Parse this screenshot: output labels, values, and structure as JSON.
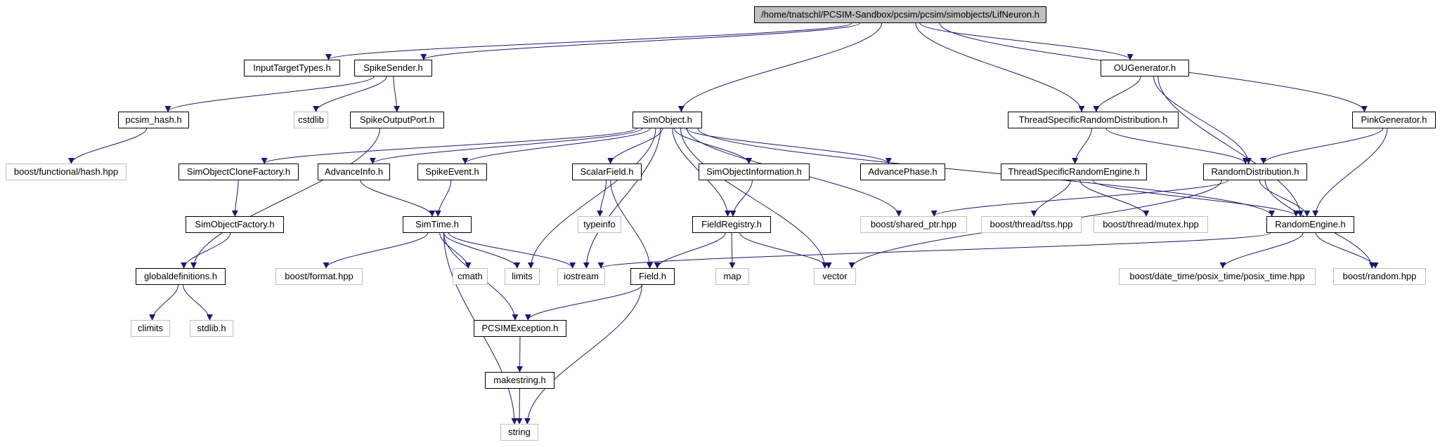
{
  "nodes": [
    {
      "id": "lif",
      "label": "/home/tnatschl/PCSIM-Sandbox/pcsim/pcsim/simobjects/LifNeuron.h",
      "kind": "root"
    },
    {
      "id": "inputtarget",
      "label": "InputTargetTypes.h",
      "kind": "local"
    },
    {
      "id": "spikesender",
      "label": "SpikeSender.h",
      "kind": "local"
    },
    {
      "id": "simobject",
      "label": "SimObject.h",
      "kind": "local"
    },
    {
      "id": "tsrd",
      "label": "ThreadSpecificRandomDistribution.h",
      "kind": "local"
    },
    {
      "id": "ougen",
      "label": "OUGenerator.h",
      "kind": "local"
    },
    {
      "id": "pinkgen",
      "label": "PinkGenerator.h",
      "kind": "local"
    },
    {
      "id": "pcsimhash",
      "label": "pcsim_hash.h",
      "kind": "local"
    },
    {
      "id": "cstdlib",
      "label": "cstdlib",
      "kind": "external"
    },
    {
      "id": "spikeoutport",
      "label": "SpikeOutputPort.h",
      "kind": "local"
    },
    {
      "id": "boosthash",
      "label": "boost/functional/hash.hpp",
      "kind": "external"
    },
    {
      "id": "socf",
      "label": "SimObjectCloneFactory.h",
      "kind": "local"
    },
    {
      "id": "advinfo",
      "label": "AdvanceInfo.h",
      "kind": "local"
    },
    {
      "id": "spikeevent",
      "label": "SpikeEvent.h",
      "kind": "local"
    },
    {
      "id": "scalarfield",
      "label": "ScalarField.h",
      "kind": "local"
    },
    {
      "id": "soinfo",
      "label": "SimObjectInformation.h",
      "kind": "local"
    },
    {
      "id": "advphase",
      "label": "AdvancePhase.h",
      "kind": "local"
    },
    {
      "id": "tsre",
      "label": "ThreadSpecificRandomEngine.h",
      "kind": "local"
    },
    {
      "id": "randdist",
      "label": "RandomDistribution.h",
      "kind": "local"
    },
    {
      "id": "sofactory",
      "label": "SimObjectFactory.h",
      "kind": "local"
    },
    {
      "id": "simtime",
      "label": "SimTime.h",
      "kind": "local"
    },
    {
      "id": "typeinfo",
      "label": "typeinfo",
      "kind": "external"
    },
    {
      "id": "fieldreg",
      "label": "FieldRegistry.h",
      "kind": "local"
    },
    {
      "id": "sharedptr",
      "label": "boost/shared_ptr.hpp",
      "kind": "external"
    },
    {
      "id": "tss",
      "label": "boost/thread/tss.hpp",
      "kind": "external"
    },
    {
      "id": "mutex",
      "label": "boost/thread/mutex.hpp",
      "kind": "external"
    },
    {
      "id": "randengine",
      "label": "RandomEngine.h",
      "kind": "local"
    },
    {
      "id": "globaldefs",
      "label": "globaldefinitions.h",
      "kind": "local"
    },
    {
      "id": "boostformat",
      "label": "boost/format.hpp",
      "kind": "external"
    },
    {
      "id": "cmath",
      "label": "cmath",
      "kind": "external"
    },
    {
      "id": "limits",
      "label": "limits",
      "kind": "external"
    },
    {
      "id": "iostream",
      "label": "iostream",
      "kind": "external"
    },
    {
      "id": "fieldh",
      "label": "Field.h",
      "kind": "local"
    },
    {
      "id": "map",
      "label": "map",
      "kind": "external"
    },
    {
      "id": "vector",
      "label": "vector",
      "kind": "external"
    },
    {
      "id": "posixtime",
      "label": "boost/date_time/posix_time/posix_time.hpp",
      "kind": "external"
    },
    {
      "id": "boostrandom",
      "label": "boost/random.hpp",
      "kind": "external"
    },
    {
      "id": "climits",
      "label": "climits",
      "kind": "external"
    },
    {
      "id": "stdlib",
      "label": "stdlib.h",
      "kind": "external"
    },
    {
      "id": "pcsimexc",
      "label": "PCSIMException.h",
      "kind": "local"
    },
    {
      "id": "makestring",
      "label": "makestring.h",
      "kind": "local"
    },
    {
      "id": "string",
      "label": "string",
      "kind": "external"
    }
  ],
  "edges": [
    [
      "lif",
      "inputtarget"
    ],
    [
      "lif",
      "spikesender"
    ],
    [
      "lif",
      "simobject"
    ],
    [
      "lif",
      "tsrd"
    ],
    [
      "lif",
      "ougen"
    ],
    [
      "lif",
      "pinkgen"
    ],
    [
      "spikesender",
      "pcsimhash"
    ],
    [
      "spikesender",
      "cstdlib"
    ],
    [
      "spikesender",
      "spikeoutport"
    ],
    [
      "pcsimhash",
      "boosthash"
    ],
    [
      "spikeoutport",
      "globaldefs"
    ],
    [
      "simobject",
      "socf"
    ],
    [
      "simobject",
      "advinfo"
    ],
    [
      "simobject",
      "spikeevent"
    ],
    [
      "simobject",
      "scalarfield"
    ],
    [
      "simobject",
      "soinfo"
    ],
    [
      "simobject",
      "advphase"
    ],
    [
      "simobject",
      "sharedptr"
    ],
    [
      "simobject",
      "fieldreg"
    ],
    [
      "simobject",
      "limits"
    ],
    [
      "simobject",
      "iostream"
    ],
    [
      "simobject",
      "vector"
    ],
    [
      "simobject",
      "randengine"
    ],
    [
      "socf",
      "sofactory"
    ],
    [
      "sofactory",
      "globaldefs"
    ],
    [
      "advinfo",
      "simtime"
    ],
    [
      "spikeevent",
      "simtime"
    ],
    [
      "scalarfield",
      "typeinfo"
    ],
    [
      "scalarfield",
      "fieldh"
    ],
    [
      "soinfo",
      "fieldreg"
    ],
    [
      "ougen",
      "tsrd"
    ],
    [
      "ougen",
      "randdist"
    ],
    [
      "ougen",
      "randengine"
    ],
    [
      "tsrd",
      "tsre"
    ],
    [
      "tsrd",
      "randdist"
    ],
    [
      "pinkgen",
      "randdist"
    ],
    [
      "pinkgen",
      "randengine"
    ],
    [
      "tsre",
      "tss"
    ],
    [
      "tsre",
      "mutex"
    ],
    [
      "tsre",
      "randengine"
    ],
    [
      "randdist",
      "sharedptr"
    ],
    [
      "randdist",
      "randengine"
    ],
    [
      "randdist",
      "boostrandom"
    ],
    [
      "randdist",
      "vector"
    ],
    [
      "randengine",
      "iostream"
    ],
    [
      "randengine",
      "posixtime"
    ],
    [
      "randengine",
      "boostrandom"
    ],
    [
      "simtime",
      "boostformat"
    ],
    [
      "simtime",
      "cmath"
    ],
    [
      "simtime",
      "limits"
    ],
    [
      "simtime",
      "iostream"
    ],
    [
      "simtime",
      "pcsimexc"
    ],
    [
      "simtime",
      "string"
    ],
    [
      "fieldreg",
      "fieldh"
    ],
    [
      "fieldreg",
      "map"
    ],
    [
      "fieldreg",
      "vector"
    ],
    [
      "fieldh",
      "pcsimexc"
    ],
    [
      "fieldh",
      "string"
    ],
    [
      "globaldefs",
      "climits"
    ],
    [
      "globaldefs",
      "stdlib"
    ],
    [
      "pcsimexc",
      "makestring"
    ],
    [
      "makestring",
      "string"
    ]
  ],
  "colors": {
    "edge": "#191970",
    "local_border": "#000000",
    "external_border": "#bfbfbf",
    "root_fill": "#bfbfbf"
  }
}
